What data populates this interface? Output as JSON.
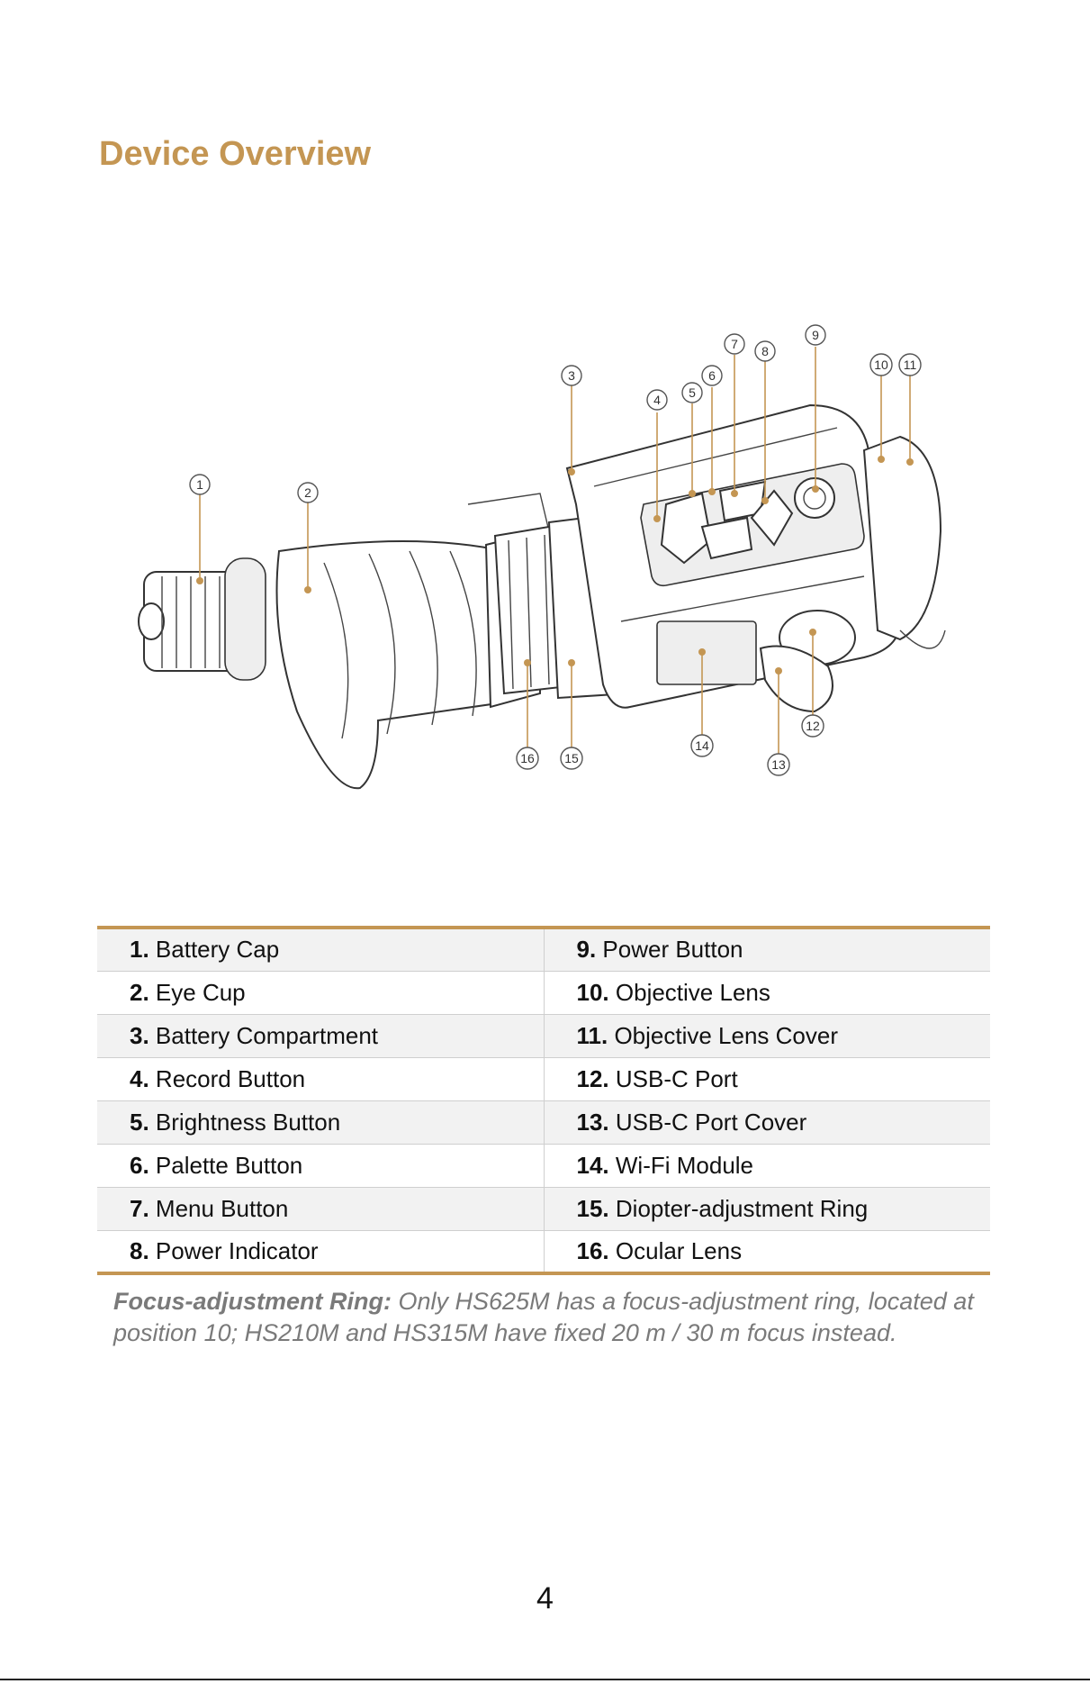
{
  "title": "Device Overview",
  "parts_left": [
    {
      "num": "1.",
      "label": "Battery Cap"
    },
    {
      "num": "2.",
      "label": "Eye Cup"
    },
    {
      "num": "3.",
      "label": "Battery Compartment"
    },
    {
      "num": "4.",
      "label": "Record Button"
    },
    {
      "num": "5.",
      "label": "Brightness Button"
    },
    {
      "num": "6.",
      "label": "Palette Button"
    },
    {
      "num": "7.",
      "label": "Menu Button"
    },
    {
      "num": "8.",
      "label": "Power Indicator"
    }
  ],
  "parts_right": [
    {
      "num": "9.",
      "label": "Power Button"
    },
    {
      "num": "10.",
      "label": "Objective Lens"
    },
    {
      "num": "11.",
      "label": "Objective Lens Cover"
    },
    {
      "num": "12.",
      "label": "USB-C Port"
    },
    {
      "num": "13.",
      "label": "USB-C Port Cover"
    },
    {
      "num": "14.",
      "label": "Wi-Fi Module"
    },
    {
      "num": "15.",
      "label": "Diopter-adjustment Ring"
    },
    {
      "num": "16.",
      "label": "Ocular Lens"
    }
  ],
  "callouts": [
    "1",
    "2",
    "3",
    "4",
    "5",
    "6",
    "7",
    "8",
    "9",
    "10",
    "11",
    "12",
    "13",
    "14",
    "15",
    "16"
  ],
  "note": {
    "label": "Focus-adjustment Ring:",
    "text": " Only HS625M has a focus-adjustment ring, located at position 10; HS210M and HS315M have fixed 20 m / 30 m focus instead."
  },
  "page_number": "4",
  "colors": {
    "accent": "#c49653",
    "note": "#7a7a7a"
  }
}
